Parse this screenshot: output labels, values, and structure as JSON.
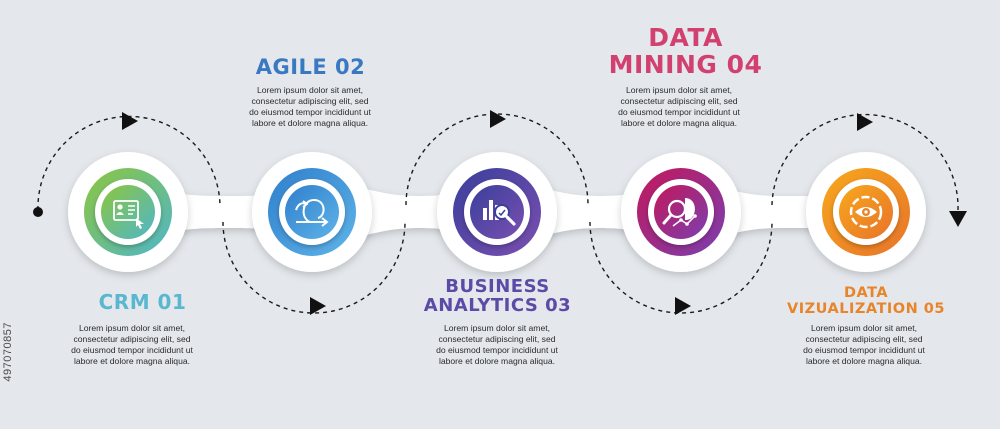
{
  "steps": [
    {
      "title": "CRM 01",
      "color_a": "#8dc63f",
      "color_b": "#4fb6c9",
      "title_color": "#5bb7cf",
      "icon": "crm-card-icon",
      "desc": [
        "Lorem ipsum dolor sit amet,",
        "consectetur adipiscing elit, sed",
        "do eiusmod tempor incididunt ut",
        "labore et dolore magna aliqua."
      ]
    },
    {
      "title": "AGILE 02",
      "color_a": "#2f7fcc",
      "color_b": "#5fb4e8",
      "title_color": "#3a78c2",
      "icon": "agile-loop-arrow-icon",
      "desc": [
        "Lorem ipsum dolor sit amet,",
        "consectetur adipiscing elit, sed",
        "do eiusmod tempor incididunt ut",
        "labore et dolore magna aliqua."
      ]
    },
    {
      "title_lines": [
        "BUSINESS",
        "ANALYTICS 03"
      ],
      "color_a": "#3a3f9c",
      "color_b": "#7a4fb0",
      "title_color": "#5b4ba6",
      "icon": "analytics-magnifier-chart-icon",
      "desc": [
        "Lorem ipsum dolor sit amet,",
        "consectetur adipiscing elit, sed",
        "do eiusmod tempor incididunt ut",
        "labore et dolore magna aliqua."
      ]
    },
    {
      "title_lines": [
        "DATA",
        "MINING 04"
      ],
      "color_a": "#c2185b",
      "color_b": "#7b3fb0",
      "title_color": "#d2406f",
      "icon": "data-mining-search-icon",
      "desc": [
        "Lorem ipsum dolor sit amet,",
        "consectetur adipiscing elit, sed",
        "do eiusmod tempor incididunt ut",
        "labore et dolore magna aliqua."
      ]
    },
    {
      "title_lines": [
        "DATA",
        "VIZUALIZATION 05"
      ],
      "color_a": "#f7a81c",
      "color_b": "#e8732a",
      "title_color": "#e8852a",
      "icon": "eye-visualization-icon",
      "desc": [
        "Lorem ipsum dolor sit amet,",
        "consectetur adipiscing elit, sed",
        "do eiusmod tempor incididunt ut",
        "labore et dolore magna aliqua."
      ]
    }
  ],
  "stock_id": "497070857"
}
